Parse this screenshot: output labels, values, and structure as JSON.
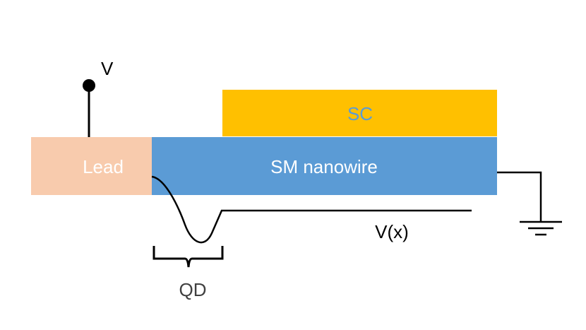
{
  "diagram": {
    "labels": {
      "voltage": "V",
      "superconductor": "SC",
      "lead": "Lead",
      "nanowire": "SM nanowire",
      "potential": "V(x)",
      "quantum_dot": "QD"
    },
    "colors": {
      "superconductor": "#ffc000",
      "lead": "#f8cbad",
      "nanowire": "#5b9bd5",
      "sc_text": "#5b9bd5",
      "region_text": "#ffffff",
      "line": "#000000",
      "label_text": "#404040"
    },
    "icons": [
      "terminal-node-icon",
      "ground-symbol-icon"
    ]
  }
}
